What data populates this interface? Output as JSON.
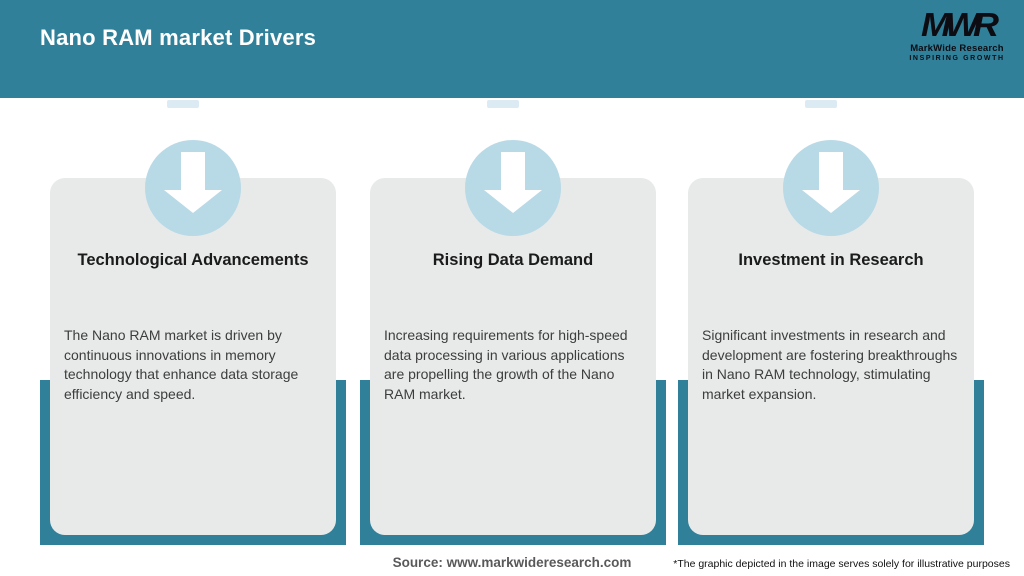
{
  "header": {
    "title": "Nano RAM market Drivers",
    "logo": {
      "monogram": "MWR",
      "name": "MarkWide Research",
      "tagline": "INSPIRING GROWTH"
    }
  },
  "cards": [
    {
      "title": "Technological Advancements",
      "body": "The Nano RAM market is driven by continuous innovations in memory technology that enhance data storage efficiency and speed."
    },
    {
      "title": "Rising Data Demand",
      "body": "Increasing requirements for high-speed data processing in various applications are propelling the growth of the Nano RAM market."
    },
    {
      "title": "Investment in Research",
      "body": "Significant investments in research and development are fostering breakthroughs in Nano RAM technology, stimulating market expansion."
    }
  ],
  "footer": {
    "source": "Source: www.markwideresearch.com",
    "disclaimer": "*The graphic depicted in the image serves solely for illustrative purposes"
  },
  "colors": {
    "accent_teal": "#31809a",
    "arrow_circle_blue": "#b8d9e6",
    "card_gray": "#e8eaea",
    "title_white": "#ffffff",
    "logo_black": "#0c0c12"
  }
}
